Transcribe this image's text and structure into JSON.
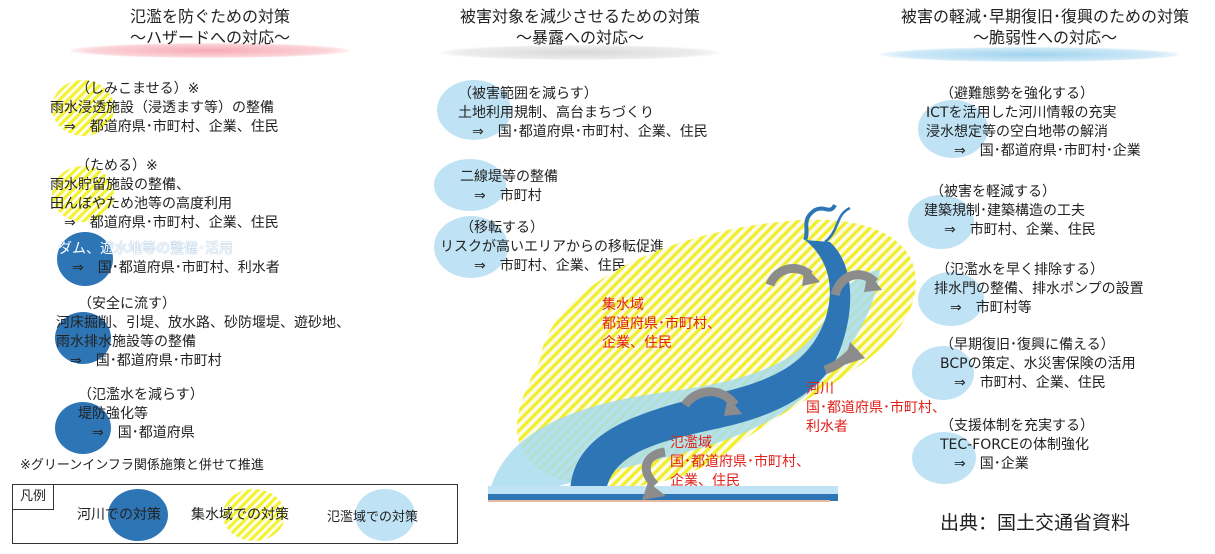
{
  "left": {
    "title": [
      "氾濫を防ぐための対策",
      "～ハザードへの対応～"
    ],
    "blocks": [
      {
        "head": "（しみこませる）※",
        "lines": [
          "雨水浸透施設（浸透ます等）の整備",
          "　⇒　都道府県･市町村、企業、住民"
        ]
      },
      {
        "head": "（ためる）※",
        "lines": [
          "雨水貯留施設の整備、",
          "田んぼやため池等の高度利用",
          "　⇒　都道府県･市町村、企業、住民"
        ]
      },
      {
        "head": "",
        "lines": [
          "ダム、遊水地等の整備･活用",
          "　⇒　国･都道府県･市町村、利水者"
        ]
      },
      {
        "head": "（安全に流す）",
        "lines": [
          "河床掘削、引堤、放水路、砂防堰堤、遊砂地、",
          "雨水排水施設等の整備",
          "　⇒　国･都道府県･市町村"
        ]
      },
      {
        "head": "（氾濫水を減らす）",
        "lines": [
          "堤防強化等",
          "　⇒　国･都道府県"
        ]
      }
    ],
    "note": "※グリーンインフラ関係施策と併せて推進"
  },
  "middle": {
    "title": [
      "被害対象を減少させるための対策",
      "～暴露への対応～"
    ],
    "blocks": [
      {
        "head": "（被害範囲を減らす）",
        "lines": [
          "土地利用規制、高台まちづくり",
          "　⇒　国･都道府県･市町村、企業、住民"
        ]
      },
      {
        "head": "",
        "lines": [
          "二線堤等の整備",
          "　⇒　市町村"
        ]
      },
      {
        "head": "（移転する）",
        "lines": [
          "リスクが高いエリアからの移転促進",
          "　⇒　市町村、企業、住民"
        ]
      }
    ]
  },
  "right": {
    "title": [
      "被害の軽減･早期復旧･復興のための対策",
      "～脆弱性への対応～"
    ],
    "blocks": [
      {
        "head": "（避難態勢を強化する）",
        "lines": [
          "ICTを活用した河川情報の充実",
          "浸水想定等の空白地帯の解消",
          "　⇒　国･都道府県･市町村･企業"
        ]
      },
      {
        "head": "（被害を軽減する）",
        "lines": [
          "建築規制･建築構造の工夫",
          "　⇒　市町村、企業、住民"
        ]
      },
      {
        "head": "（氾濫水を早く排除する）",
        "lines": [
          "排水門の整備、排水ポンプの設置",
          "　⇒　市町村等"
        ]
      },
      {
        "head": "（早期復旧･復興に備える）",
        "lines": [
          "BCPの策定、水災害保険の活用",
          "　⇒　市町村、企業、住民"
        ]
      },
      {
        "head": "（支援体制を充実する）",
        "lines": [
          "TEC-FORCEの体制強化",
          "　⇒　国･企業"
        ]
      }
    ]
  },
  "diagram": {
    "catchment": [
      "集水域",
      "都道府県･市町村、",
      "企業、住民"
    ],
    "river": [
      "河川",
      "国･都道府県･市町村、",
      "利水者"
    ],
    "floodplain": [
      "氾濫域",
      "国･都道府県･市町村、",
      "企業、住民"
    ]
  },
  "legend": {
    "title": "凡例",
    "river": "河川での対策",
    "catchment": "集水域での対策",
    "floodplain": "氾濫域での対策"
  },
  "source": "出典：国土交通省資料",
  "colors": {
    "river": "#2e75b6",
    "floodplain": "#bfe3f5",
    "catchment_stripe": "#f4f232",
    "pink_underline": "#f7b9c0",
    "label_red": "#e0201a"
  }
}
